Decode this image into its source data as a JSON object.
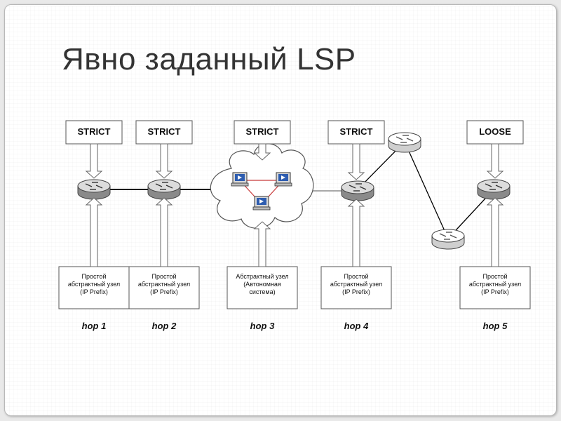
{
  "title": "Явно заданный LSP",
  "hops": [
    {
      "type": "STRICT",
      "desc": [
        "Простой",
        "абстрактный узел",
        "(IP Prefix)"
      ],
      "hop": "hop 1"
    },
    {
      "type": "STRICT",
      "desc": [
        "Простой",
        "абстрактный узел",
        "(IP Prefix)"
      ],
      "hop": "hop 2"
    },
    {
      "type": "STRICT",
      "desc": [
        "Абстрактный узел",
        "(Автономная",
        "система)"
      ],
      "hop": "hop 3"
    },
    {
      "type": "STRICT",
      "desc": [
        "Простой",
        "абстрактный узел",
        "(IP Prefix)"
      ],
      "hop": "hop 4"
    },
    {
      "type": "LOOSE",
      "desc": [
        "Простой",
        "абстрактный узел",
        "(IP Prefix)"
      ],
      "hop": "hop 5"
    }
  ],
  "colors": {
    "link": "#000000",
    "as_link": "#c83a3a",
    "router_top": "#dcdcdc",
    "router_side": "#8a8a8a",
    "router_light": "#ffffff",
    "laptop_screen": "#2e5db0"
  }
}
